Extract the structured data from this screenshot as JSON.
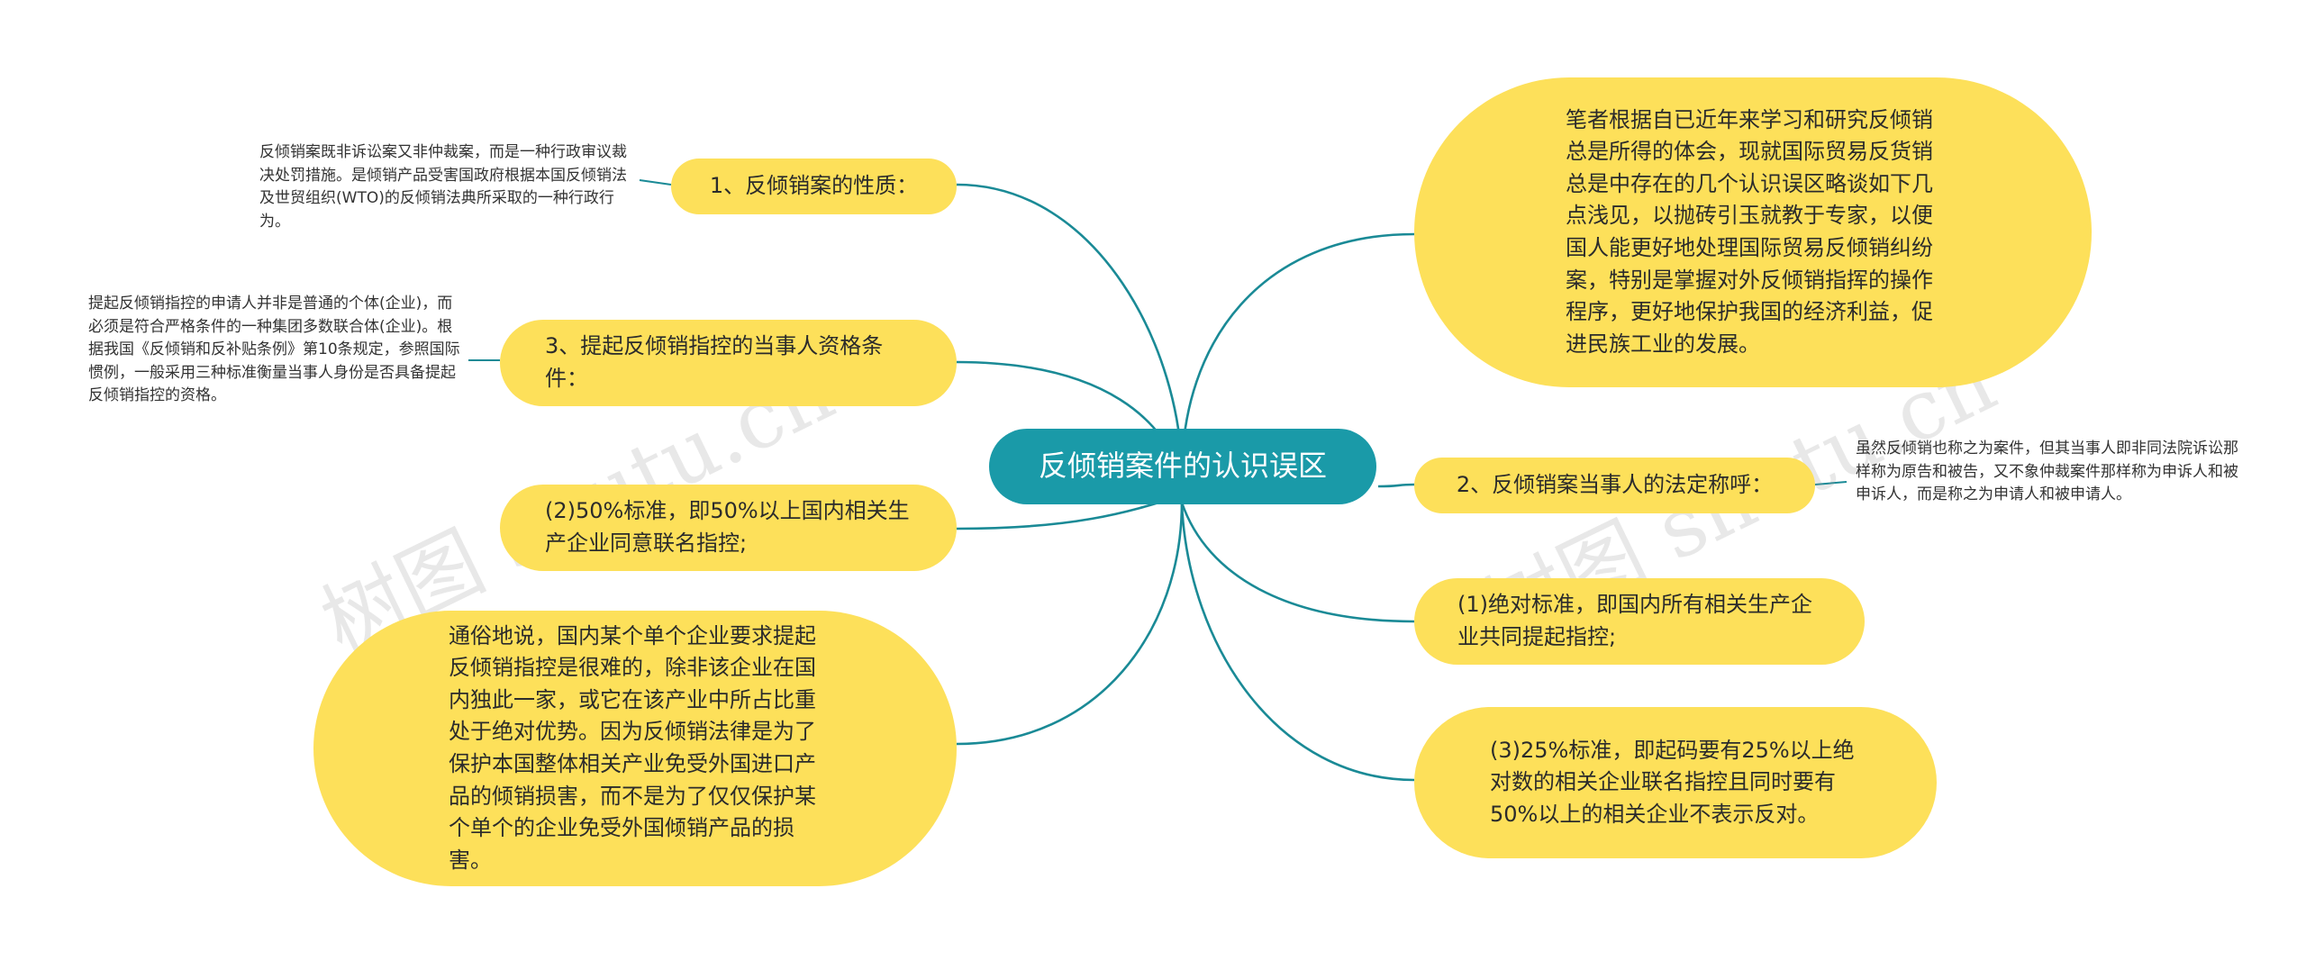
{
  "center": {
    "label": "反倾销案件的认识误区"
  },
  "branches": {
    "nature": {
      "label": "1、反倾销案的性质："
    },
    "applicant": {
      "label": "3、提起反倾销指控的当事人资格条件："
    },
    "std50": {
      "label": "(2)50%标准，即50%以上国内相关生产企业同意联名指控;"
    },
    "popular": {
      "label": "通俗地说，国内某个单个企业要求提起反倾销指控是很难的，除非该企业在国内独此一家，或它在该产业中所占比重处于绝对优势。因为反倾销法律是为了保护本国整体相关产业免受外国进口产品的倾销损害，而不是为了仅仅保护某个单个的企业免受外国倾销产品的损害。"
    },
    "intro": {
      "label": "笔者根据自已近年来学习和研究反倾销总是所得的体会，现就国际贸易反货销总是中存在的几个认识误区略谈如下几点浅见，以抛砖引玉就教于专家，以便国人能更好地处理国际贸易反倾销纠纷案，特别是掌握对外反倾销指挥的操作程序，更好地保护我国的经济利益，促进民族工业的发展。"
    },
    "title": {
      "label": "2、反倾销案当事人的法定称呼："
    },
    "absolute": {
      "label": "(1)绝对标准，即国内所有相关生产企业共同提起指控;"
    },
    "std25": {
      "label": "(3)25%标准，即起码要有25%以上绝对数的相关企业联名指控且同时要有50%以上的相关企业不表示反对。"
    }
  },
  "notes": {
    "nature": "反倾销案既非诉讼案又非仲裁案，而是一种行政审议裁决处罚措施。是倾销产品受害国政府根据本国反倾销法及世贸组织(WTO)的反倾销法典所采取的一种行政行为。",
    "applicant": "提起反倾销指控的申请人并非是普通的个体(企业)，而必须是符合严格条件的一种集团多数联合体(企业)。根据我国《反倾销和反补贴条例》第10条规定，参照国际惯例，一般采用三种标准衡量当事人身份是否具备提起反倾销指控的资格。",
    "title": "虽然反倾销也称之为案件，但其当事人即非同法院诉讼那样称为原告和被告，又不象仲裁案件那样称为申诉人和被申诉人，而是称之为申请人和被申请人。"
  },
  "watermark": {
    "left": "树图 shutu.cn",
    "right": "树图 shutu.cn"
  },
  "colors": {
    "branch_fill": "#fde05a",
    "center_fill": "#1a9aa8",
    "link": "#1a8a96"
  }
}
